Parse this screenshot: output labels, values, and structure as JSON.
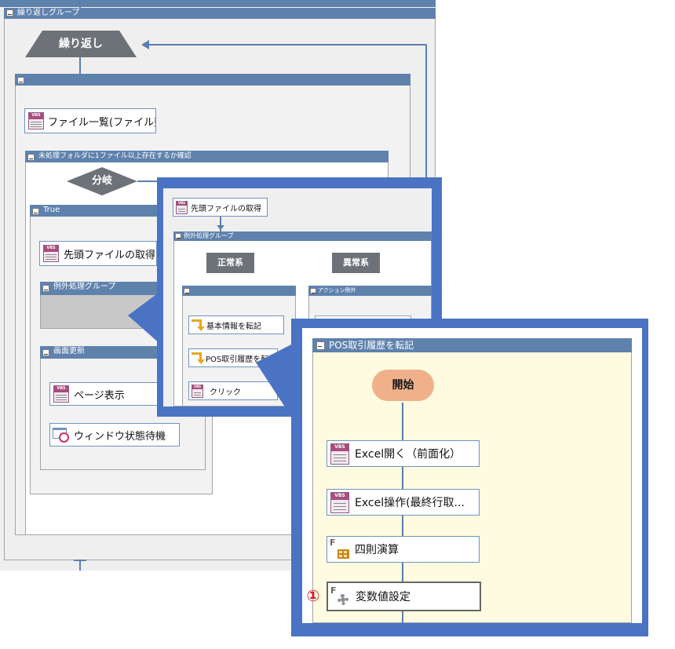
{
  "main": {
    "loop_group_title": "繰り返しグループ",
    "loop_label": "繰り返し",
    "file_list_node": "ファイル一覧(ファイル数...",
    "check_group_title": "未処理フォルダに1ファイル以上存在するか確認",
    "branch_label": "分岐",
    "true_label": "True",
    "get_first_file_node": "先頭ファイルの取得",
    "exception_group_title": "例外処理グループ",
    "screen_refresh_title": "画面更新",
    "page_display_node": "ページ表示",
    "window_wait_node": "ウィンドウ状態待機"
  },
  "zoom1": {
    "get_first_file_node": "先頭ファイルの取得",
    "exception_group_title": "例外処理グループ",
    "normal_label": "正常系",
    "abnormal_label": "異常系",
    "action_exception_title": "アクション例外",
    "basic_info_node": "基本情報を転記",
    "pos_history_node": "POS取引履歴を転記",
    "click_node": "クリック"
  },
  "zoom2": {
    "group_title": "POS取引履歴を転記",
    "start_label": "開始",
    "excel_open_node": "Excel開く（前面化）",
    "excel_op_node": "Excel操作(最終行取...",
    "arith_node": "四則演算",
    "var_set_node": "変数値設定",
    "callout_number": "①"
  },
  "icons": {
    "vbs_text": "VBS",
    "func_text": "F"
  },
  "colors": {
    "group_header": "#5f82ad",
    "connector": "#5b7fae",
    "zoom_frame": "#4a73c4",
    "start_node": "#f0b08a",
    "zoom_body": "#fefbe0",
    "callout": "#d0202a"
  }
}
